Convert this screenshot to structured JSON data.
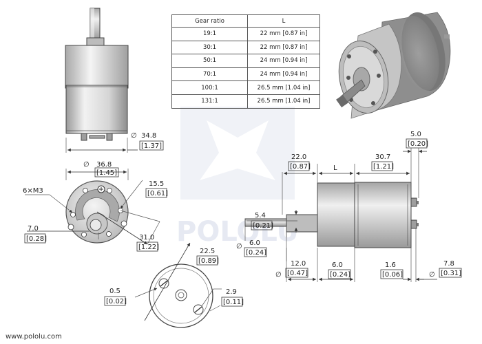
{
  "table": {
    "headers": [
      "Gear ratio",
      "L"
    ],
    "rows": [
      [
        "19:1",
        "22 mm [0.87 in]"
      ],
      [
        "30:1",
        "22 mm [0.87 in]"
      ],
      [
        "50:1",
        "24 mm [0.94 in]"
      ],
      [
        "70:1",
        "24 mm [0.94 in]"
      ],
      [
        "100:1",
        "26.5 mm [1.04 in]"
      ],
      [
        "131:1",
        "26.5 mm [1.04 in]"
      ]
    ]
  },
  "dims": {
    "dia_body": {
      "mm": "34.8",
      "in": "[1.37]"
    },
    "dia_gearbox": {
      "mm": "36.8",
      "in": "[1.45]"
    },
    "screws": "6×M3",
    "d_15_5": {
      "mm": "15.5",
      "in": "[0.61]"
    },
    "d_7_0": {
      "mm": "7.0",
      "in": "[0.28]"
    },
    "d_31_0": {
      "mm": "31.0",
      "in": "[1.22]"
    },
    "d_22_5": {
      "mm": "22.5",
      "in": "[0.89]"
    },
    "d_0_5": {
      "mm": "0.5",
      "in": "[0.02]"
    },
    "d_2_9": {
      "mm": "2.9",
      "in": "[0.11]"
    },
    "d_22_0": {
      "mm": "22.0",
      "in": "[0.87]"
    },
    "len_L": "L",
    "d_30_7": {
      "mm": "30.7",
      "in": "[1.21]"
    },
    "d_5_0": {
      "mm": "5.0",
      "in": "[0.20]"
    },
    "d_5_4": {
      "mm": "5.4",
      "in": "[0.21]"
    },
    "dia_shaft": {
      "mm": "6.0",
      "in": "[0.24]"
    },
    "dia_boss": {
      "mm": "12.0",
      "in": "[0.47]"
    },
    "d_6_0": {
      "mm": "6.0",
      "in": "[0.24]"
    },
    "d_1_6": {
      "mm": "1.6",
      "in": "[0.06]"
    },
    "dia_7_8": {
      "mm": "7.8",
      "in": "[0.31]"
    },
    "dia_symbol": "∅"
  },
  "footer": "www.pololu.com",
  "watermark": "POLOLU",
  "colors": {
    "metal_dark": "#8c8c8c",
    "metal_light": "#e6e6e6",
    "can": "#c8c8c8",
    "line": "#333333",
    "watermark": "#c9cfe3"
  }
}
